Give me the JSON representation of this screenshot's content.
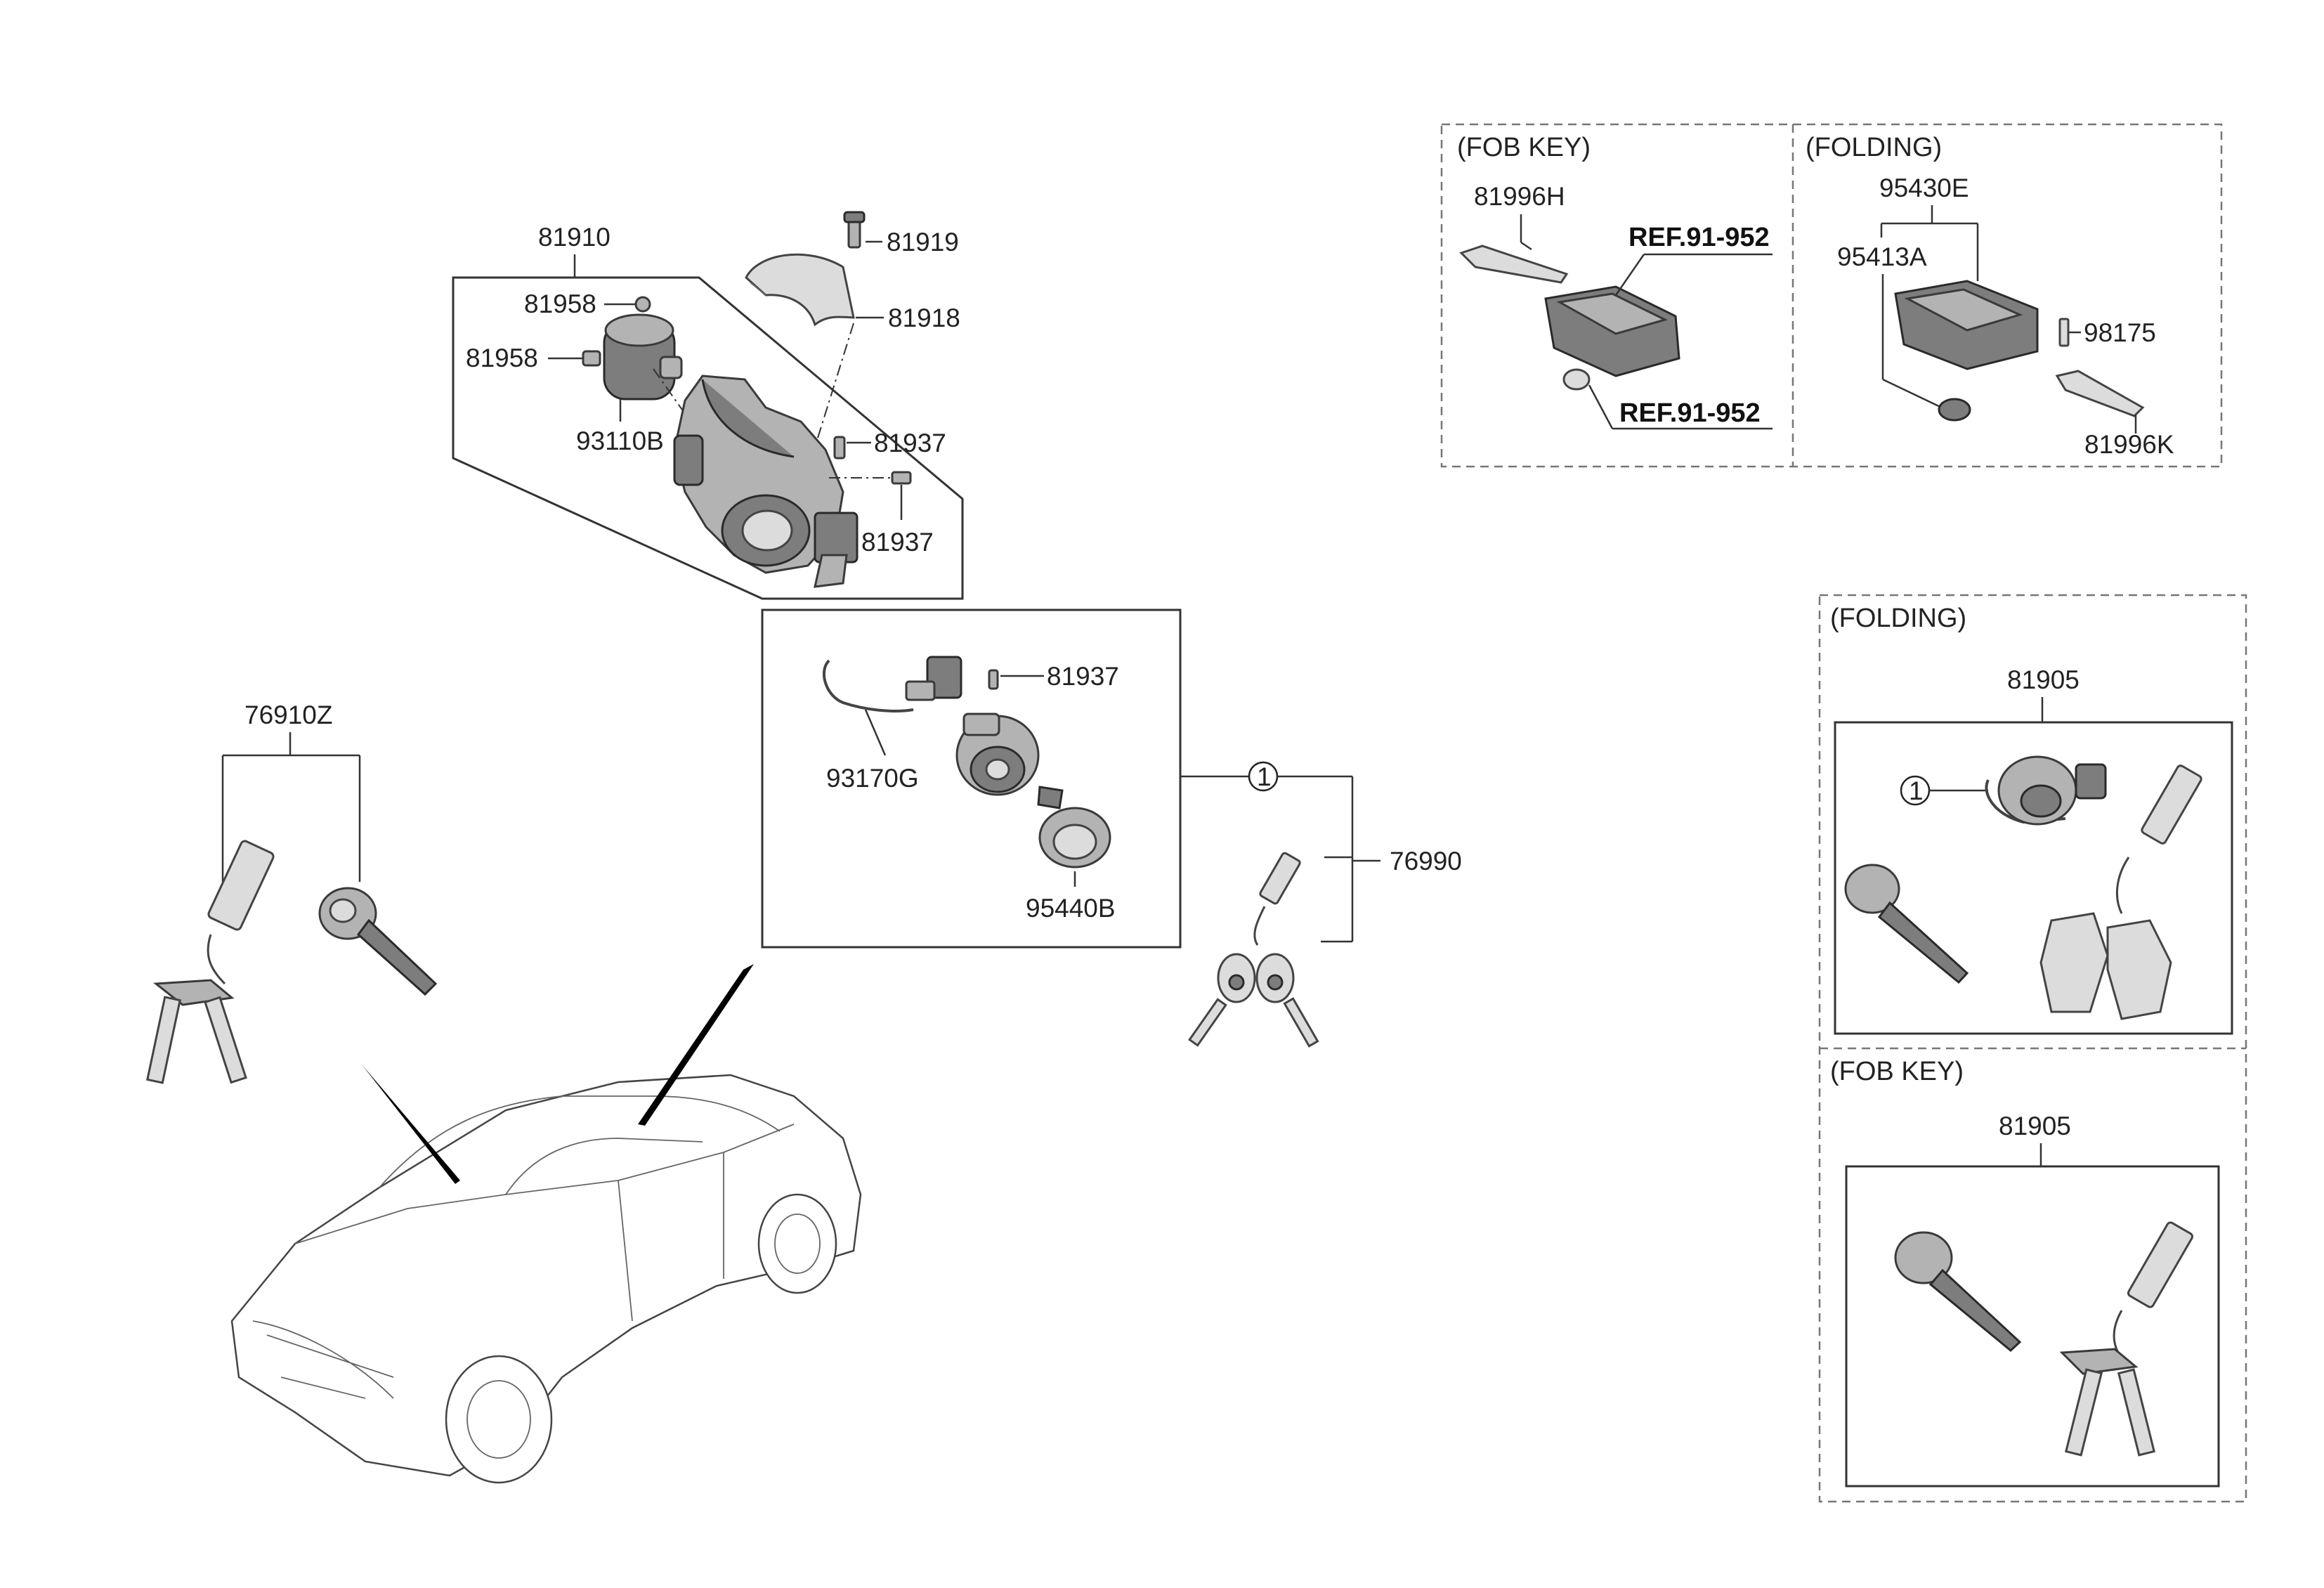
{
  "callouts": {
    "p81910": "81910",
    "p81919": "81919",
    "p81918": "81918",
    "p81958_a": "81958",
    "p81958_b": "81958",
    "p93110B": "93110B",
    "p81937_a": "81937",
    "p81937_b": "81937",
    "p81937_c": "81937",
    "p93170G": "93170G",
    "p95440B": "95440B",
    "p76990": "76990",
    "p76910Z": "76910Z",
    "circle_ref_a": "1",
    "circle_ref_b": "1"
  },
  "fob_key_panel": {
    "header": "(FOB KEY)",
    "p81996H": "81996H",
    "ref_a": "REF.91-952",
    "ref_b": "REF.91-952"
  },
  "folding_panel": {
    "header": "(FOLDING)",
    "p95430E": "95430E",
    "p95413A": "95413A",
    "p98175": "98175",
    "p81996K": "81996K"
  },
  "kit_panel": {
    "folding_header": "(FOLDING)",
    "folding_part": "81905",
    "fob_header": "(FOB KEY)",
    "fob_part": "81905"
  },
  "icons": [
    "ignition-lock-assembly-icon",
    "steering-lock-cover-icon",
    "key-fob-icon",
    "folding-key-icon",
    "door-lock-cylinder-icon",
    "key-set-icon",
    "car-outline-icon"
  ]
}
